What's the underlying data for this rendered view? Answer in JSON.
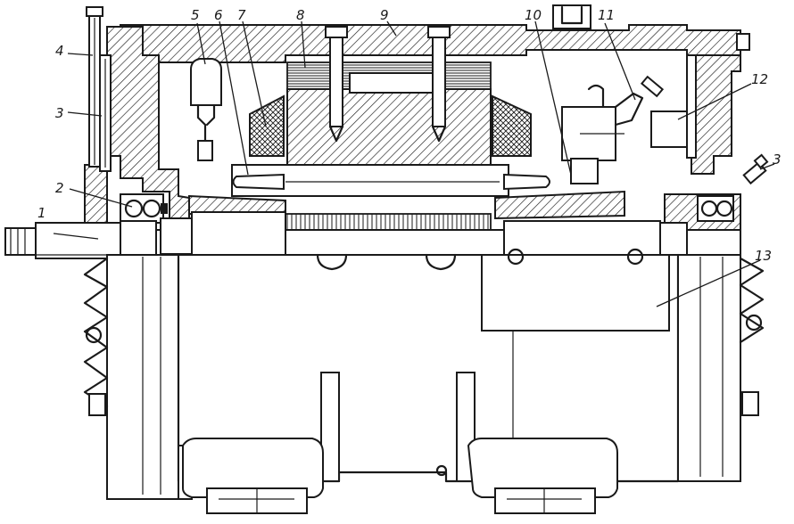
{
  "callouts": [
    {
      "label": "1"
    },
    {
      "label": "2"
    },
    {
      "label": "3"
    },
    {
      "label": "4"
    },
    {
      "label": "5"
    },
    {
      "label": "6"
    },
    {
      "label": "7"
    },
    {
      "label": "8"
    },
    {
      "label": "9"
    },
    {
      "label": "10"
    },
    {
      "label": "11"
    },
    {
      "label": "12"
    },
    {
      "label": "3"
    },
    {
      "label": "13"
    }
  ]
}
